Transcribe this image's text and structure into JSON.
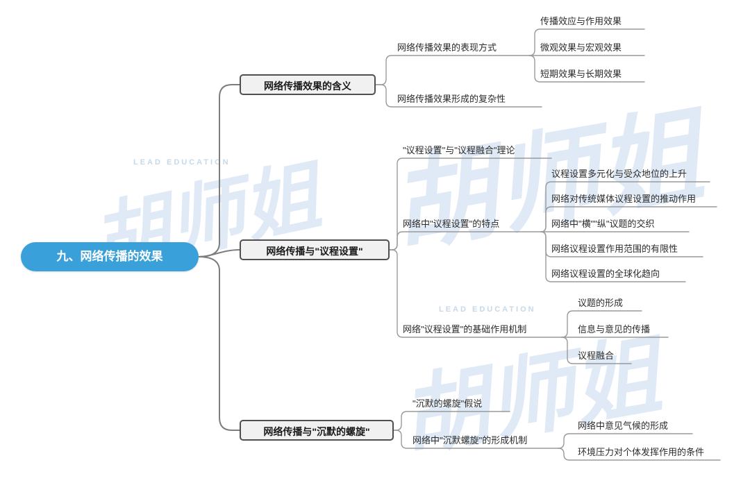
{
  "root": {
    "label": "九、网络传播的效果"
  },
  "branches": [
    {
      "label": "网络传播效果的含义",
      "children": [
        {
          "label": "网络传播效果的表现方式",
          "children": [
            {
              "label": "传播效应与作用效果"
            },
            {
              "label": "微观效果与宏观效果"
            },
            {
              "label": "短期效果与长期效果"
            }
          ]
        },
        {
          "label": "网络传播效果形成的复杂性",
          "children": []
        }
      ]
    },
    {
      "label": "网络传播与\"议程设置\"",
      "children": [
        {
          "label": "\"议程设置\"与\"议程融合\"理论",
          "children": []
        },
        {
          "label": "网络中\"议程设置\"的特点",
          "children": [
            {
              "label": "议程设置多元化与受众地位的上升"
            },
            {
              "label": "网络对传统媒体议程设置的推动作用"
            },
            {
              "label": "网络中\"横\"\"纵\"议题的交织"
            },
            {
              "label": "网络议程设置作用范围的有限性"
            },
            {
              "label": "网络议程设置的全球化趋向"
            }
          ]
        },
        {
          "label": "网络\"议程设置\"的基础作用机制",
          "children": [
            {
              "label": "议题的形成"
            },
            {
              "label": "信息与意见的传播"
            },
            {
              "label": "议程融合"
            }
          ]
        }
      ]
    },
    {
      "label": "网络传播与\"沉默的螺旋\"",
      "children": [
        {
          "label": "\"沉默的螺旋\"假说",
          "children": []
        },
        {
          "label": "网络中\"沉默螺旋\"的形成机制",
          "children": [
            {
              "label": "网络中意见气候的形成"
            },
            {
              "label": "环境压力对个体发挥作用的条件"
            }
          ]
        }
      ]
    }
  ],
  "watermark": {
    "text": "胡师姐",
    "subtext": "LEAD EDUCATION"
  },
  "colors": {
    "root_bg": "#3aa0da",
    "branch_bg": "#f1f1f1",
    "branch_border": "#4f4f4f",
    "line": "#9a9a9a",
    "watermark": "#bcd6ee"
  }
}
